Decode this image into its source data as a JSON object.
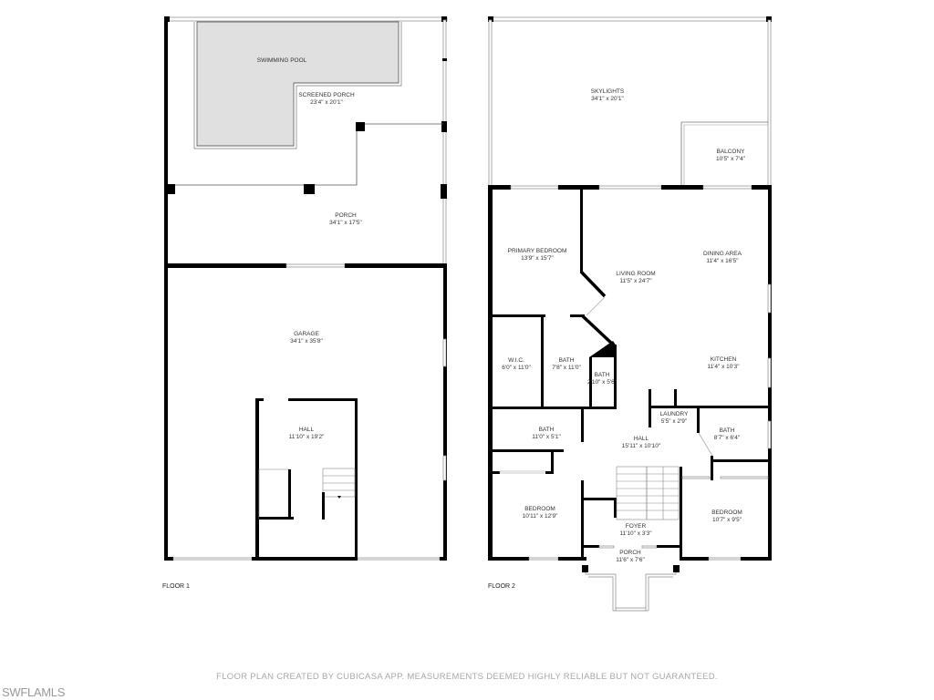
{
  "floors": [
    {
      "label": "FLOOR 1",
      "rooms": [
        {
          "name": "SWIMMING POOL",
          "dims": ""
        },
        {
          "name": "SCREENED PORCH",
          "dims": "23'4\" x 20'1\""
        },
        {
          "name": "PORCH",
          "dims": "34'1\" x 17'5\""
        },
        {
          "name": "GARAGE",
          "dims": "34'1\" x 35'8\""
        },
        {
          "name": "HALL",
          "dims": "11'10\" x 19'2\""
        }
      ]
    },
    {
      "label": "FLOOR 2",
      "rooms": [
        {
          "name": "SKYLIGHTS",
          "dims": "34'1\" x 20'1\""
        },
        {
          "name": "BALCONY",
          "dims": "10'5\" x 7'4\""
        },
        {
          "name": "PRIMARY BEDROOM",
          "dims": "13'9\" x 15'7\""
        },
        {
          "name": "LIVING ROOM",
          "dims": "11'5\" x 24'7\""
        },
        {
          "name": "DINING AREA",
          "dims": "11'4\" x 16'5\""
        },
        {
          "name": "W.I.C.",
          "dims": "6'0\" x 11'0\""
        },
        {
          "name": "BATH",
          "dims": "7'8\" x 11'0\""
        },
        {
          "name": "BATH",
          "dims": "2'10\" x 5'6\""
        },
        {
          "name": "KITCHEN",
          "dims": "11'4\" x 10'3\""
        },
        {
          "name": "LAUNDRY",
          "dims": "5'5\" x 2'9\""
        },
        {
          "name": "BATH",
          "dims": "11'0\" x 5'1\""
        },
        {
          "name": "HALL",
          "dims": "15'11\" x 10'10\""
        },
        {
          "name": "BATH",
          "dims": "8'7\" x 6'4\""
        },
        {
          "name": "BEDROOM",
          "dims": "10'11\" x 12'9\""
        },
        {
          "name": "FOYER",
          "dims": "11'10\" x 3'3\""
        },
        {
          "name": "BEDROOM",
          "dims": "10'7\" x 9'5\""
        },
        {
          "name": "PORCH",
          "dims": "11'6\" x 7'6\""
        }
      ]
    }
  ],
  "footer": {
    "disclaimer": "FLOOR PLAN CREATED BY CUBICASA APP. MEASUREMENTS DEEMED HIGHLY RELIABLE BUT NOT GUARANTEED.",
    "watermark": "SWFLAMLS"
  },
  "colors": {
    "wall": "#000000",
    "pool_fill": "#e0e0e0",
    "text": "#333333",
    "footer_text": "#a8a8a8"
  }
}
